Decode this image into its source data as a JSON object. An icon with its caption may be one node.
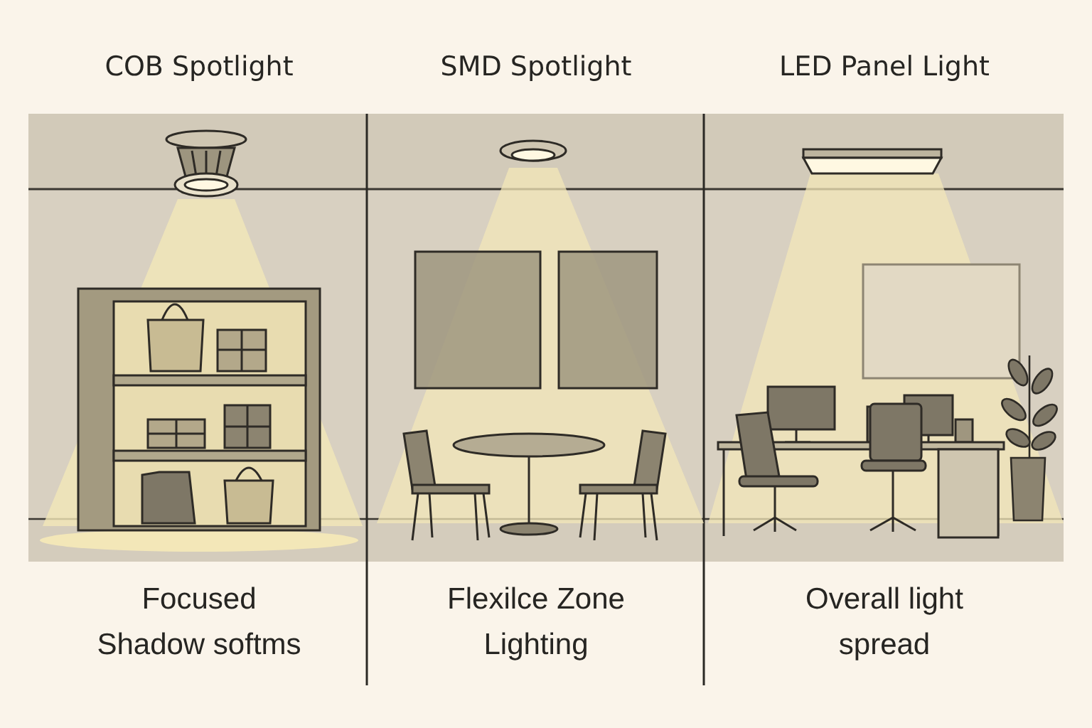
{
  "diagram": {
    "labels": [
      "COB Spotlight",
      "SMD Spotlight",
      "LED Panel Light",
      "Focused Shadow softms",
      "Flexilce Zone Lighting",
      "Overall light spread"
    ]
  }
}
